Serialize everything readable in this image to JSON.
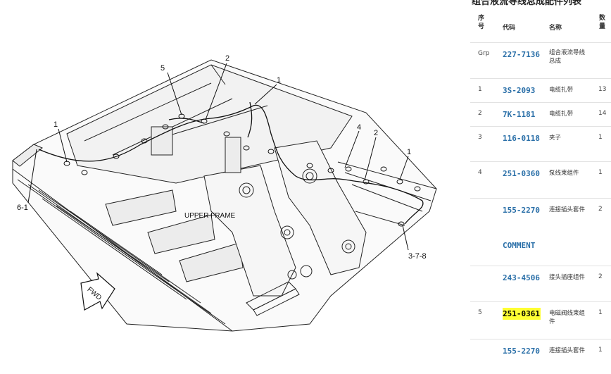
{
  "diagram": {
    "frame_label": "UPPER FRAME",
    "fwd_label": "FWD",
    "callouts": [
      "5",
      "2",
      "1",
      "1",
      "4",
      "2",
      "1",
      "6-1",
      "3-7-8"
    ]
  },
  "parts_list": {
    "title": "组合液流导线总成配件列表",
    "headers": {
      "no": "序号",
      "code": "代码",
      "name": "名称",
      "qty": "数量"
    },
    "rows": [
      {
        "no": "Grp",
        "code": "227-7136",
        "name": "组合液流导线总成",
        "qty": ""
      },
      {
        "no": "1",
        "code": "3S-2093",
        "name": "电缆扎带",
        "qty": "13"
      },
      {
        "no": "2",
        "code": "7K-1181",
        "name": "电缆扎带",
        "qty": "14"
      },
      {
        "no": "3",
        "code": "116-0118",
        "name": "夹子",
        "qty": "1"
      },
      {
        "no": "4",
        "code": "251-0360",
        "name": "泵线束组件",
        "qty": "1"
      },
      {
        "no": "",
        "code": "155-2270",
        "name": "连接插头套件",
        "qty": "2"
      },
      {
        "no": "",
        "code": "COMMENT",
        "name": "",
        "qty": ""
      },
      {
        "no": "",
        "code": "243-4506",
        "name": "接头插座组件",
        "qty": "2"
      },
      {
        "no": "5",
        "code": "251-0361",
        "name": "电磁阀线束组件",
        "qty": "1"
      },
      {
        "no": "",
        "code": "155-2270",
        "name": "连接插头套件",
        "qty": "1"
      }
    ]
  }
}
